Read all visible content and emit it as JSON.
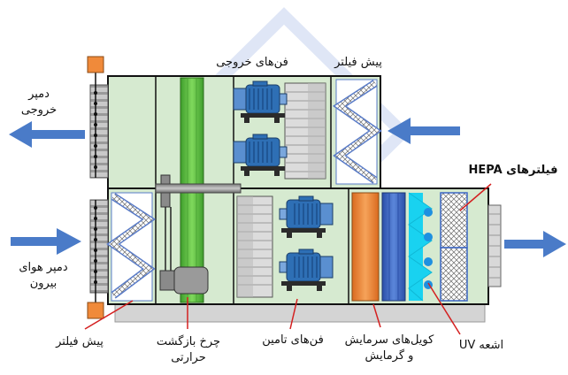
{
  "labels": {
    "exhaust_fans": "فن‌های خروجی",
    "pre_filter_top": "پیش فیلتر",
    "exhaust_damper_line1": "دمپر",
    "exhaust_damper_line2": "خروجی",
    "hepa_filters": "فیلترهای HEPA",
    "outside_damper_line1": "دمپر هوای",
    "outside_damper_line2": "بیرون",
    "pre_filter_bottom": "پیش فیلتر",
    "heat_wheel_line1": "چرخ بازگشت",
    "heat_wheel_line2": "حرارتی",
    "supply_fans": "فن‌های تامین",
    "coils_line1": "کویل‌های سرمایش",
    "coils_line2": "و گرمایش",
    "uv_lamp": "اشعه UV"
  },
  "colors": {
    "casing": "#d6ead0",
    "casing_dark": "#c4ddbd",
    "frame": "#111111",
    "arrow_blue": "#4a7bc8",
    "wheel_green": "#5bbf3f",
    "coil_orange": "#f08a3a",
    "coil_blue": "#3b66c4",
    "uv_cyan": "#19d2f0",
    "motor_blue": "#2e6fb5",
    "damper_orange": "#f08a3a",
    "callout_red": "#d42020"
  }
}
